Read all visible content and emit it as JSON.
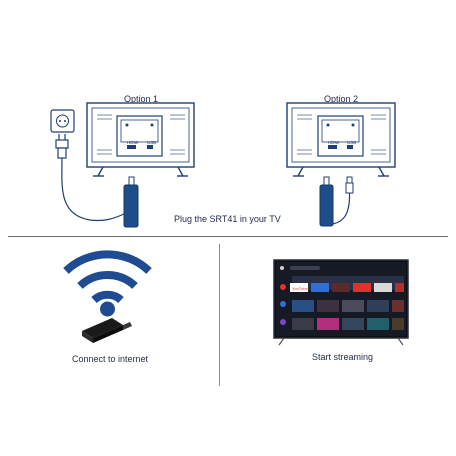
{
  "option1": {
    "title": "Option 1",
    "hdmi": "HDMI",
    "usb": "USB"
  },
  "option2": {
    "title": "Option 2",
    "hdmi": "HDMI",
    "usb": "USB"
  },
  "plug_caption": "Plug the SRT41 in your TV",
  "connect_caption": "Connect to internet",
  "streaming_caption": "Start streaming",
  "tv_screen_brand": "YouTube",
  "colors": {
    "outline": "#1f3f73",
    "stick": "#1d4e8a",
    "screen_bg": "#141720",
    "accent_red": "#e0322b",
    "accent_blue": "#2f6fd6"
  }
}
